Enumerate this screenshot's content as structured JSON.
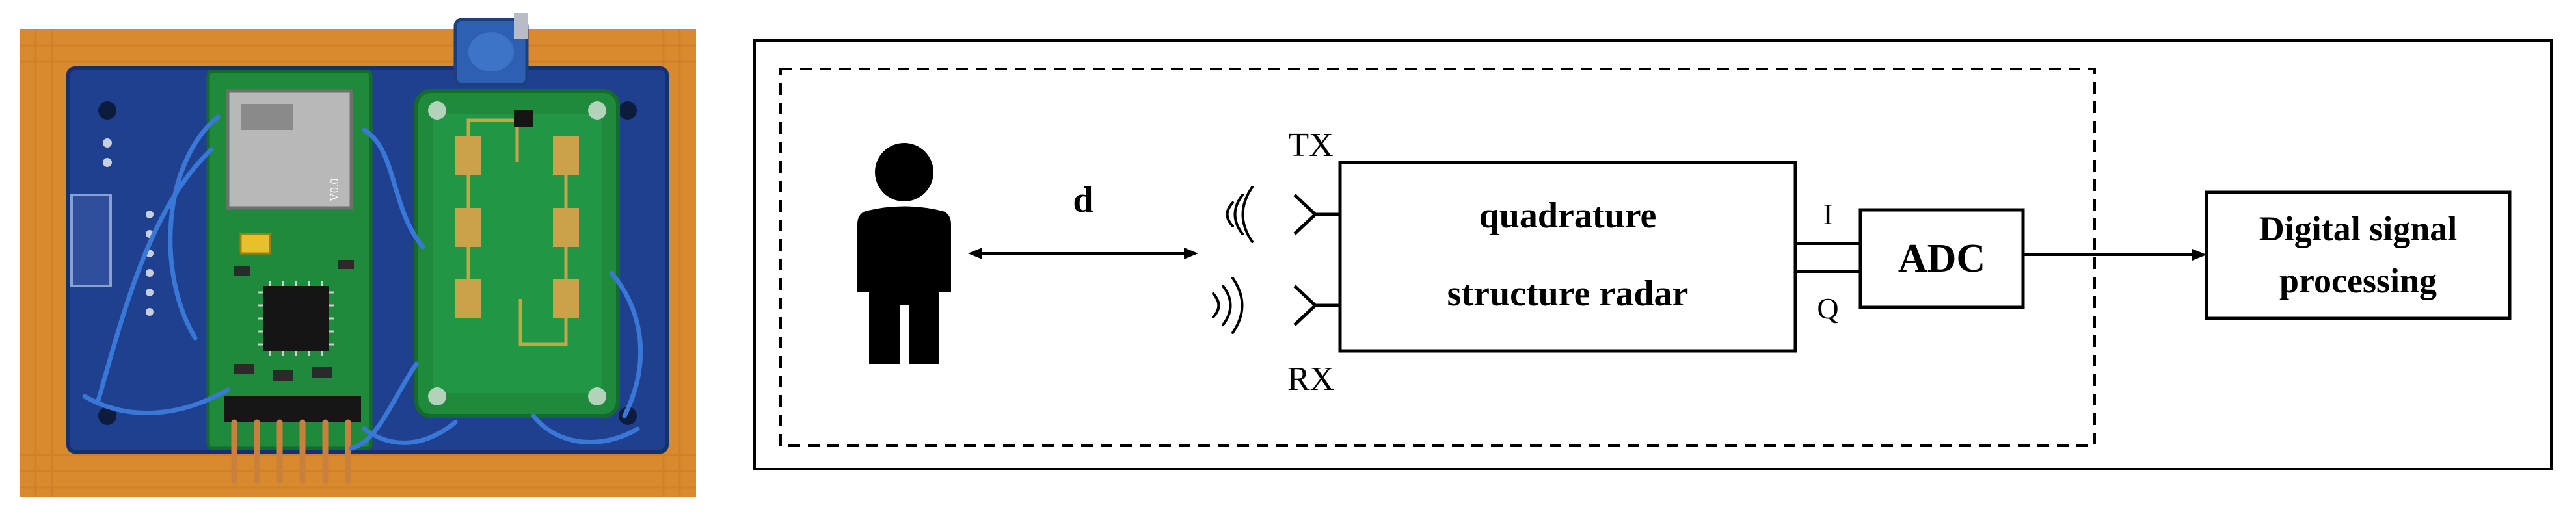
{
  "photo": {
    "content": "photo of radar hardware board",
    "colors": {
      "enclosure": "#d98a2e",
      "board": "#1f3f8f",
      "module": "#1f8a3c",
      "coil": "#2f5fb0",
      "wire": "#3a78d8"
    },
    "pcb_silkscreen": "V0.0"
  },
  "diagram": {
    "distance_label": "d",
    "tx_label": "TX",
    "rx_label": "RX",
    "radar_line1": "quadrature",
    "radar_line2": "structure radar",
    "i_label": "I",
    "q_label": "Q",
    "adc_label": "ADC",
    "dsp_line1": "Digital signal",
    "dsp_line2": "processing",
    "icons": [
      "person-icon",
      "tx-antenna-icon",
      "rx-antenna-icon",
      "tx-wave-icon",
      "rx-wave-icon"
    ]
  }
}
